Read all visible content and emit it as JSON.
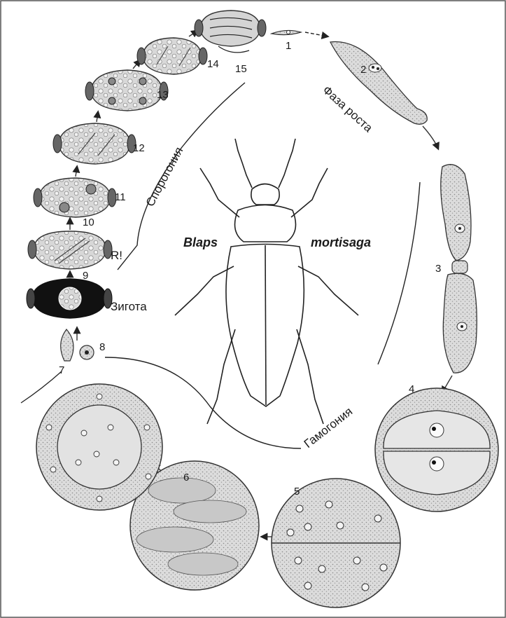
{
  "labels": {
    "n1": "1",
    "n2": "2",
    "n3": "3",
    "n4": "4",
    "n5": "5",
    "n6": "6",
    "n7": "7",
    "n8": "8",
    "n9": "9",
    "n10": "10",
    "n11": "11",
    "n12": "12",
    "n13": "13",
    "n14": "14",
    "n15": "15"
  },
  "phases": {
    "growth": "Фаза роста",
    "sporogony": "Спорогония",
    "gamogony": "Гамогония"
  },
  "stage_text": {
    "zygote": "Зигота",
    "reduction": "R!"
  },
  "species": {
    "genus": "Blaps",
    "epithet": "mortisaga"
  }
}
